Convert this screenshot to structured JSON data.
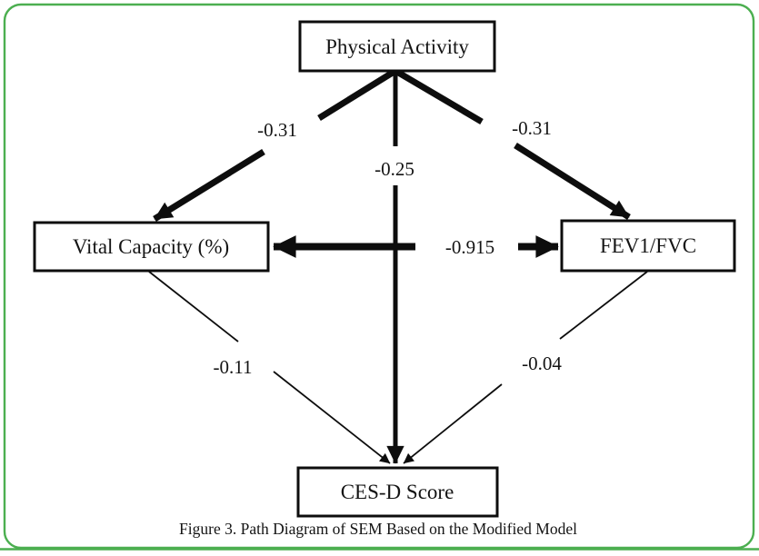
{
  "figure": {
    "caption": "Figure 3. Path Diagram of SEM Based on the Modified Model",
    "border_color": "#4caf50",
    "ink_color": "#0d0d0d",
    "background_color": "#ffffff",
    "diagram_type": "SEM path diagram"
  },
  "nodes": {
    "physical_activity": "Physical Activity",
    "vital_capacity": "Vital Capacity (%)",
    "fev1_fvc": "FEV1/FVC",
    "cesd": "CES-D Score"
  },
  "edges": [
    {
      "from": "Physical Activity",
      "to": "Vital Capacity (%)",
      "label": "-0.31",
      "style": "thick-arrow"
    },
    {
      "from": "Physical Activity",
      "to": "FEV1/FVC",
      "label": "-0.31",
      "style": "thick-arrow"
    },
    {
      "from": "Physical Activity",
      "to": "CES-D Score",
      "label": "-0.25",
      "style": "thick-arrow"
    },
    {
      "from": "Vital Capacity (%)",
      "to": "FEV1/FVC",
      "label": "-0.915",
      "style": "double-headed-arrow"
    },
    {
      "from": "Vital Capacity (%)",
      "to": "CES-D Score",
      "label": "-0.11",
      "style": "thin-arrow"
    },
    {
      "from": "FEV1/FVC",
      "to": "CES-D Score",
      "label": "-0.04",
      "style": "thin-arrow"
    }
  ]
}
